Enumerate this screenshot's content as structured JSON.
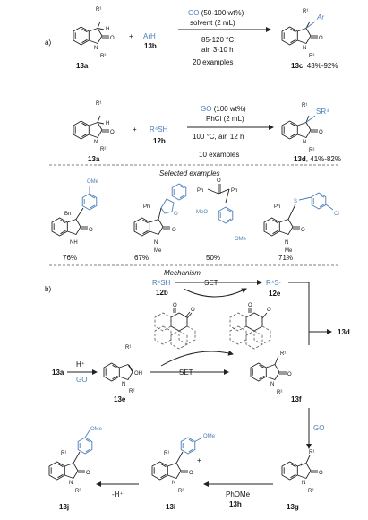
{
  "panel_a": {
    "label": "a)",
    "rxn1": {
      "reactant_id": "13a",
      "reagent_name": "ArH",
      "reagent_id": "13b",
      "catalyst": "GO",
      "catalyst_load": "(50-100 wt%)",
      "solvent": "solvent (2 mL)",
      "temp": "85-120 °C",
      "cond": "air, 3-10 h",
      "examples": "20 examples",
      "product_id": "13c",
      "yield": ", 43%-92%",
      "ar_label": "Ar"
    },
    "rxn2": {
      "reactant_id": "13a",
      "reagent_name": "R⁴SH",
      "reagent_id": "12b",
      "catalyst": "GO",
      "catalyst_load": "(100 wt%)",
      "solvent": "PhCl (2 mL)",
      "cond": "100 °C, air, 12 h",
      "examples": "10 examples",
      "product_id": "13d",
      "yield": ", 41%-82%",
      "sr_label": "SR⁴"
    },
    "selected_examples_title": "Selected examples",
    "examples": [
      {
        "yield": "76%",
        "subst": "Bn",
        "nh": "NH",
        "ome": "OMe"
      },
      {
        "yield": "67%",
        "subst": "Ph",
        "nme": "N",
        "me": "Me"
      },
      {
        "yield": "50%",
        "ph1": "Ph",
        "ph2": "Ph",
        "ome1": "MeO",
        "ome2": "OMe"
      },
      {
        "yield": "71%",
        "subst": "Ph",
        "s": "S",
        "cl": "Cl",
        "me": "Me"
      }
    ],
    "mechanism_title": "Mechanism"
  },
  "panel_b": {
    "label": "b)",
    "thiol": "R⁴SH",
    "thiol_id": "12b",
    "set1": "SET",
    "radical": "R⁴S·",
    "radical_id": "12e",
    "product_id": "13d",
    "start_id": "13a",
    "h_plus": "H⁺",
    "go1": "GO",
    "enol_id": "13e",
    "oh": "OH",
    "set2": "SET",
    "radical2_id": "13f",
    "go2": "GO",
    "cation_id": "13g",
    "anisole": "PhOMe",
    "anisole_id": "13h",
    "wheland_id": "13i",
    "minus_h": "-H⁺",
    "final_id": "13j",
    "ome": "OMe",
    "r1": "R¹",
    "r2": "R²",
    "o": "O",
    "n": "N",
    "h": "H",
    "plus": "+"
  },
  "colors": {
    "accent_blue": "#4a7db8",
    "ink": "#111111"
  }
}
